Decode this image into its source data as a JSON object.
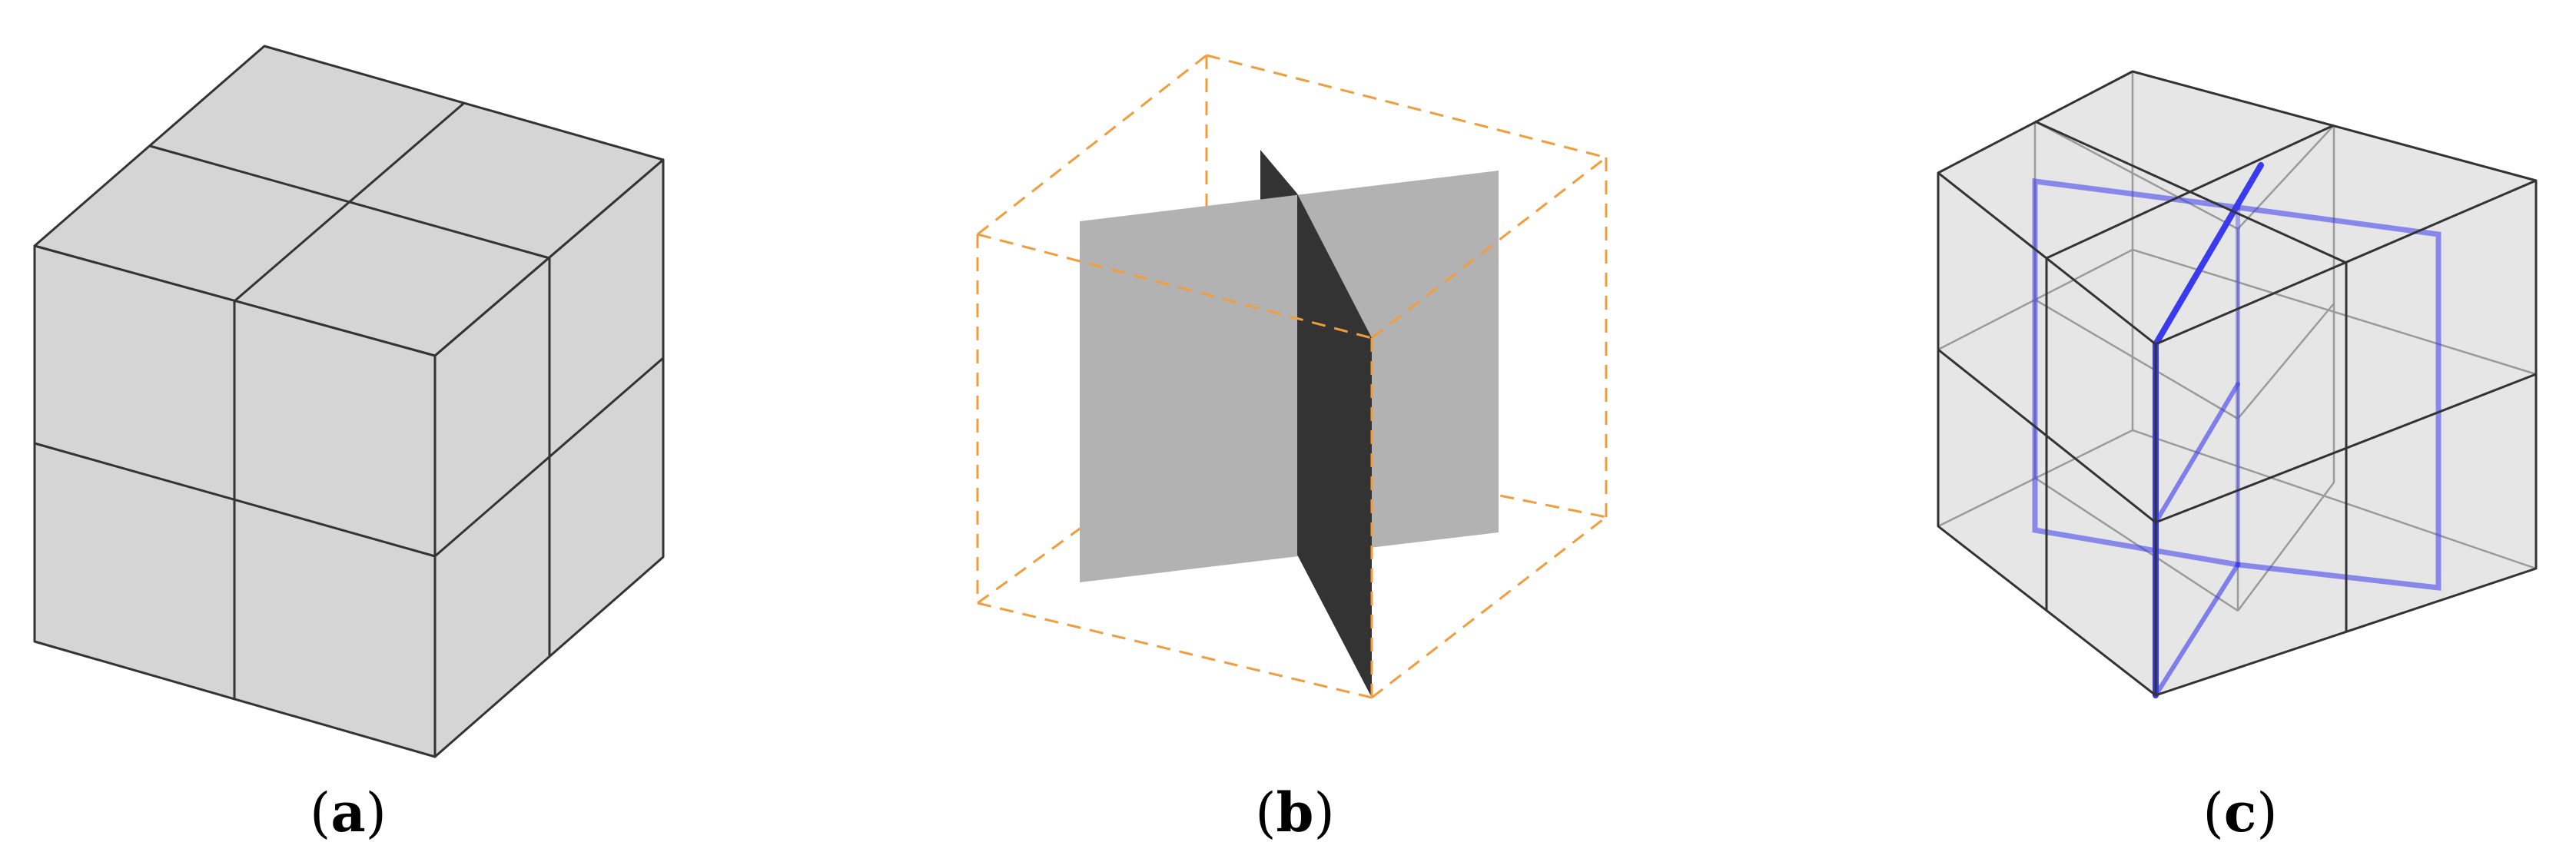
{
  "panels": [
    {
      "id": "a",
      "caption_open": "(",
      "caption_letter": "a",
      "caption_close": ")"
    },
    {
      "id": "b",
      "caption_open": "(",
      "caption_letter": "b",
      "caption_close": ")"
    },
    {
      "id": "c",
      "caption_open": "(",
      "caption_letter": "c",
      "caption_close": ")"
    }
  ],
  "colors": {
    "cube_face": "#d5d5d5",
    "cube_edge": "#333333",
    "plane_light": "#b2b2b2",
    "plane_dark": "#333333",
    "dashed_box": "#f39c3c",
    "highlight_edges": "#3a3aee",
    "translucent_face": "#c8c8c8"
  }
}
